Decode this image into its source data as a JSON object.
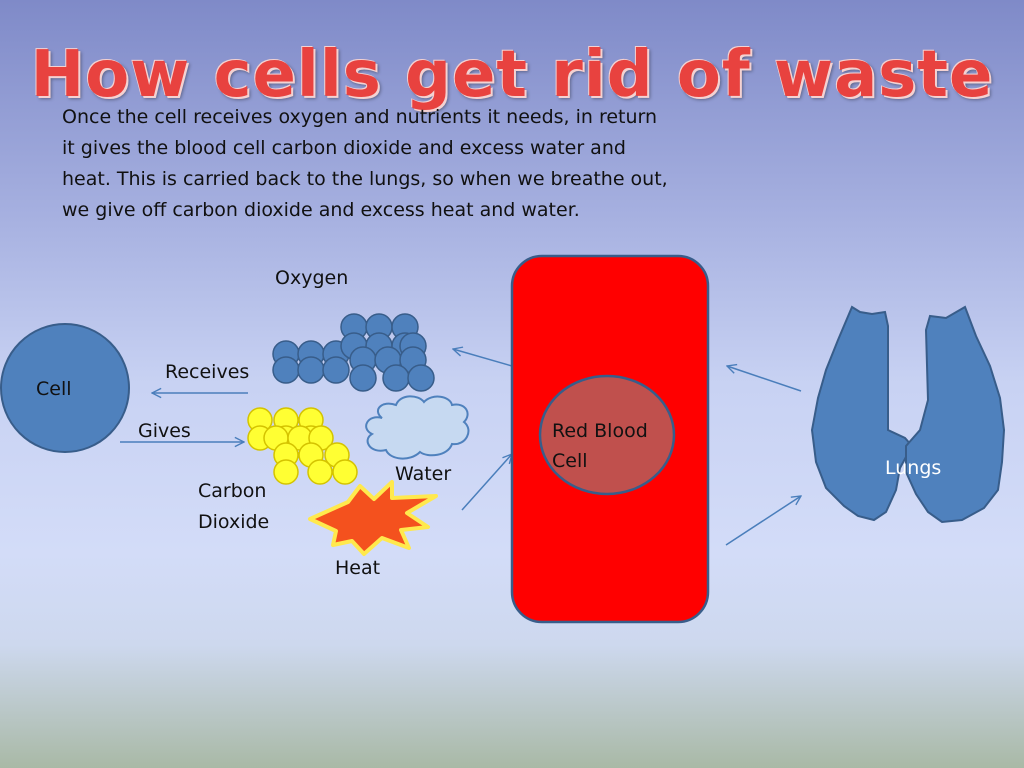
{
  "slide": {
    "title": "How cells get rid of waste",
    "paragraph": "Once the cell receives oxygen and nutrients it needs, in return it gives the blood cell carbon dioxide and excess water and heat. This is carried back to the lungs, so when we breathe out, we give off carbon dioxide and excess heat and water."
  },
  "labels": {
    "oxygen": "Oxygen",
    "receives": "Receives",
    "gives": "Gives",
    "cell": "Cell",
    "carbon_dioxide": [
      "Carbon",
      "Dioxide"
    ],
    "water": "Water",
    "heat": "Heat",
    "red_blood_cell": [
      "Red Blood",
      "Cell"
    ],
    "lungs": "Lungs"
  },
  "colors": {
    "title": "#e8423f",
    "cell_fill": "#4f81bd",
    "oxygen_fill": "#4f81bd",
    "co2_fill": "#ffff33",
    "water_fill": "#c6d9f1",
    "heat_fill": "#f4511e",
    "blood_vessel": "#ff0000",
    "red_blood_cell": "#c0504d",
    "lungs_fill": "#4f81bd"
  }
}
